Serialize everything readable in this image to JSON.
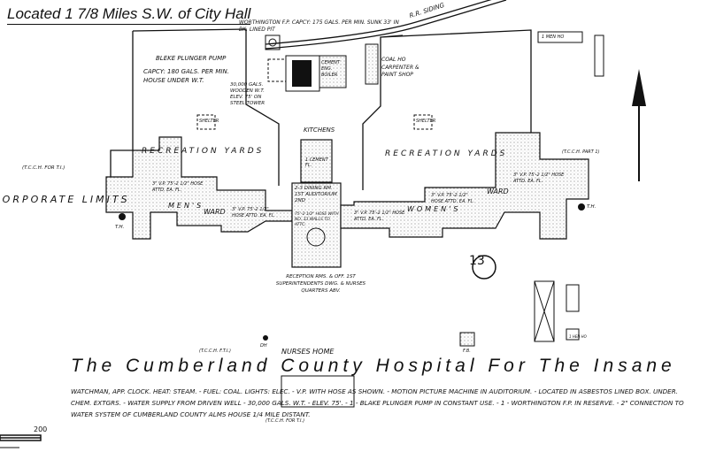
{
  "location_note": "Located 1 7/8 Miles S.W. of City Hall",
  "railroad_label": "R.R. Siding",
  "title": "The Cumberland County Hospital For The Insane",
  "sheet_number": "13",
  "scale_label": "200",
  "corporate_limits": "Corporate Limits",
  "labels": {
    "worthington": "Worthington F.P. Capcy: 175 Gals. Per Min. Sunk 33' In Bk. Lined Pit",
    "bleke_pump": "Bleke Plunger Pump",
    "bleke_capacity": "Capcy: 180 Gals. Per Min.",
    "bleke_house": "House Under W.T.",
    "water_tank": "30,000 Gals. Wooden W.T. Elev. 75' On Steel Tower",
    "boiler": "Cement Eng. Boiler",
    "coal": "Coal Ho",
    "carpenter": "Carpenter & Paint Shop",
    "shelter_left": "Shelter",
    "shelter_right": "Shelter",
    "kitchens": "Kitchens",
    "rec_yards_left": "Recreation Yards",
    "rec_yards_right": "Recreation Yards",
    "mens": "Men's",
    "ward_left": "Ward",
    "womens": "Women's",
    "ward_right": "Ward",
    "vp_left1": "3\" V.P. 75'-2 1/2\" Hose Attd. Ea. Fl.",
    "vp_left2": "3\" V.P. 75'-2 1/2\" Hose Attd. Ea. Fl.",
    "vp_right1": "3\" V.P. 75'-2 1/2\" Hose Attd. Ea. Fl.",
    "vp_right2": "3\" V.P. 75'-2 1/2\" Hose Attd. Ea. Fl.",
    "vp_right3": "3\" V.P. 75'-2 1/2\" Hose Attd. Ea. Fl.",
    "dining": "2-3 Dining Rm. 1st Auditorium 2nd",
    "hose_center": "75'-2 1/2\" Hose With No. 33 Walls To Attc.",
    "cement_fl": "1 Cement Fl.",
    "reception": "Reception Rms. & Off. 1st Superintendents Dwg. & Nurses Quarters Abv.",
    "tcch_left": "(T.C.C.H. For T.I.)",
    "tcch_right": "(T.C.C.H. Part 1)",
    "tcch_bottom_left": "(T.C.C.H. F.T.I.)",
    "tcch_bottom": "(T.C.C.H. For T.I.)",
    "nurses_home": "Nurses Home",
    "th_left": "T.H.",
    "th_right": "T.H.",
    "dh": "DH",
    "fb": "F.B.",
    "men_ho": "1 Men Ho",
    "hen_ho": "1 Hen Ho"
  },
  "notes": "Watchman, App. Clock. Heat: Steam. - Fuel: Coal. Lights: Elec. - V.P. With Hose As Shown. - Motion Picture Machine In Auditorium. - Located In Asbestos Lined Box. Under. Chem. Extgrs. - Water Supply From Driven Well - 30,000 Gals. W.T. - Elev. 75'. - 1 - Blake Plunger Pump In Constant Use. - 1 - Worthington F.P. In Reserve. - 2\" Connection To Water System Of Cumberland County Alms House 1/4 Mile Distant.",
  "colors": {
    "ink": "#111111",
    "paper": "#ffffff",
    "stipple": "#d8d8d8"
  }
}
